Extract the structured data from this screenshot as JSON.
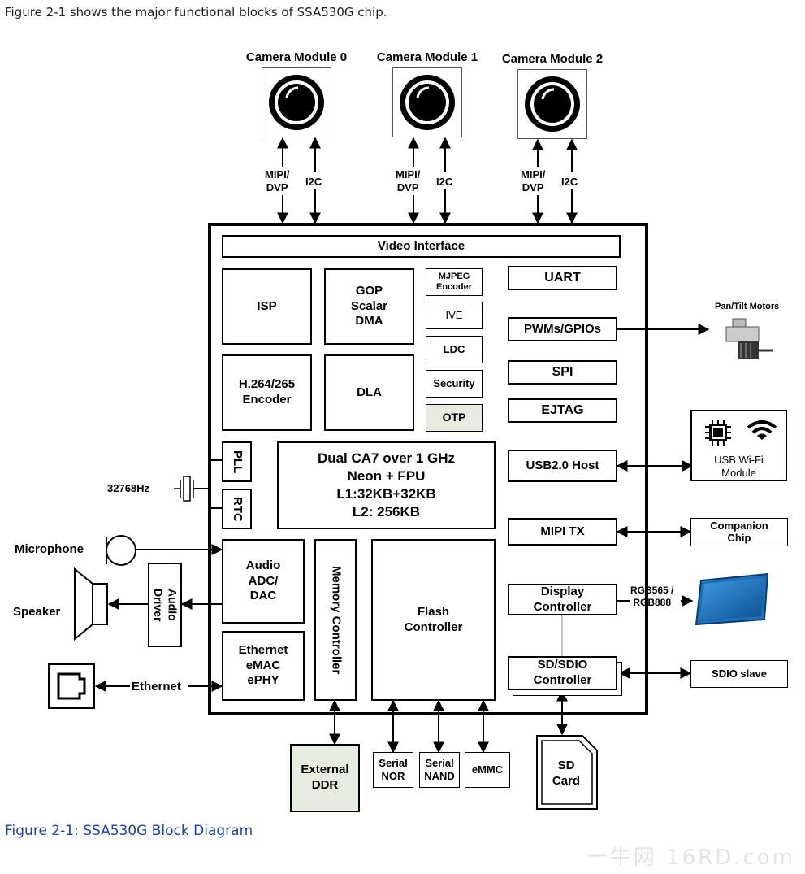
{
  "intro_text": "Figure 2-1 shows the major functional blocks of SSA530G chip.",
  "caption": "Figure 2-1: SSA530G Block Diagram",
  "watermark": "一牛网 16RD.com",
  "cameras": [
    {
      "title": "Camera Module 0",
      "bus1": "MIPI/\nDVP",
      "bus2": "I2C"
    },
    {
      "title": "Camera Module 1",
      "bus1": "MIPI/\nDVP",
      "bus2": "I2C"
    },
    {
      "title": "Camera Module 2",
      "bus1": "MIPI/\nDVP",
      "bus2": "I2C"
    }
  ],
  "blocks": {
    "video_interface": "Video Interface",
    "isp": "ISP",
    "gop": "GOP\nScalar\nDMA",
    "mjpeg": "MJPEG\nEncoder",
    "ive": "IVE",
    "ldc": "LDC",
    "security": "Security",
    "otp": "OTP",
    "h264": "H.264/265\nEncoder",
    "dla": "DLA",
    "pll": "PLL",
    "rtc": "RTC",
    "cpu": "Dual CA7 over 1 GHz\nNeon + FPU\nL1:32KB+32KB\nL2: 256KB",
    "audio": "Audio\nADC/\nDAC",
    "memory_controller": "Memory Controller",
    "flash_controller": "Flash\nController",
    "ethernet": "Ethernet\neMAC\nePHY",
    "uart": "UART",
    "pwm": "PWMs/GPIOs",
    "spi": "SPI",
    "ejtag": "EJTAG",
    "usb": "USB2.0 Host",
    "mipi_tx": "MIPI TX",
    "display": "Display\nController",
    "sdio": "SD/SDIO\nController"
  },
  "external": {
    "crystal": "32768Hz",
    "microphone": "Microphone",
    "speaker": "Speaker",
    "audio_driver": "Audio\nDriver",
    "ethernet": "Ethernet",
    "pan_tilt": "Pan/Tilt Motors",
    "usb_wifi": "USB Wi-Fi\nModule",
    "companion": "Companion\nChip",
    "rgb": "RGB565 /\nRGB888",
    "sdio_slave": "SDIO slave",
    "sd_card": "SD\nCard",
    "ddr": "External\nDDR",
    "serial_nor": "Serial\nNOR",
    "serial_nand": "Serial\nNAND",
    "emmc": "eMMC"
  },
  "colors": {
    "otp_fill": "#e6ecdf",
    "ddr_fill": "#e6ecdf",
    "caption": "#1a3fb5",
    "panel": "#1d6fb8"
  }
}
